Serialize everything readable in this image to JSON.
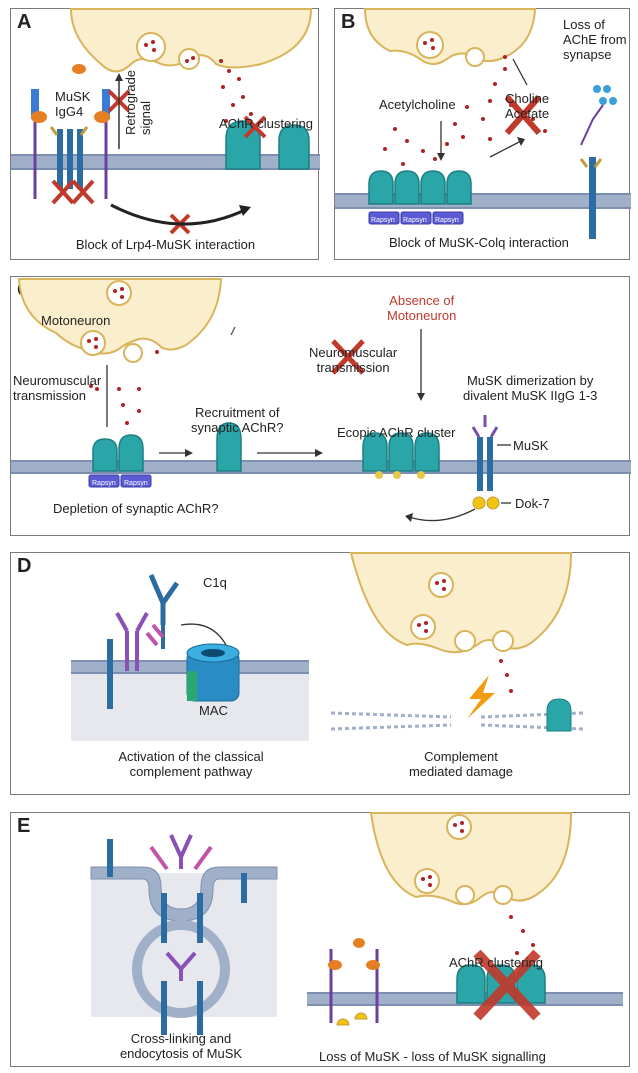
{
  "panels": {
    "a": {
      "label": "A",
      "musk_igg4": "MuSK\nIgG4",
      "retrograde": "Retrograde\nsignal",
      "achr_clustering": "AChR clustering",
      "caption": "Block of Lrp4-MuSK interaction"
    },
    "b": {
      "label": "B",
      "loss_ache": "Loss of\nAChE from\nsynapse",
      "acetylcholine": "Acetylcholine",
      "choline_acetate": "Choline\nAcetate",
      "rapsyn1": "Rapsyn",
      "rapsyn2": "Rapsyn",
      "rapsyn3": "Rapsyn",
      "caption": "Block of MuSK-Colq interaction"
    },
    "c": {
      "label": "C",
      "motoneuron": "Motoneuron",
      "absence": "Absence of\nMotoneuron",
      "nm_transmission_left": "Neuromuscular\ntransmission",
      "nm_transmission_crossed": "Neuromuscular\ntransmission",
      "recruitment": "Recruitment of\nsynaptic AChR?",
      "ectopic": "Ecopic AChR cluster",
      "dimerization": "MuSK dimerization by\ndivalent MuSK IIgG 1-3",
      "musk": "MuSK",
      "dok7": "Dok-7",
      "depletion": "Depletion of synaptic AChR?",
      "rapsyn1": "Rapsyn",
      "rapsyn2": "Rapsyn"
    },
    "d": {
      "label": "D",
      "c1q": "C1q",
      "mac": "MAC",
      "caption_left": "Activation of the classical\ncomplement pathway",
      "caption_right": "Complement\nmediated damage"
    },
    "e": {
      "label": "E",
      "achr_clustering": "AChR clustering",
      "caption_left": "Cross-linking and\nendocytosis of MuSK",
      "caption_right": "Loss of MuSK - loss of MuSK signalling"
    }
  },
  "colors": {
    "neuron_fill": "#fbeecd",
    "neuron_stroke": "#d8b45a",
    "membrane": "#9fb0c8",
    "receptor": "#2aa5a8",
    "cross": "#c0392b",
    "vesicle_dot": "#b22222"
  }
}
